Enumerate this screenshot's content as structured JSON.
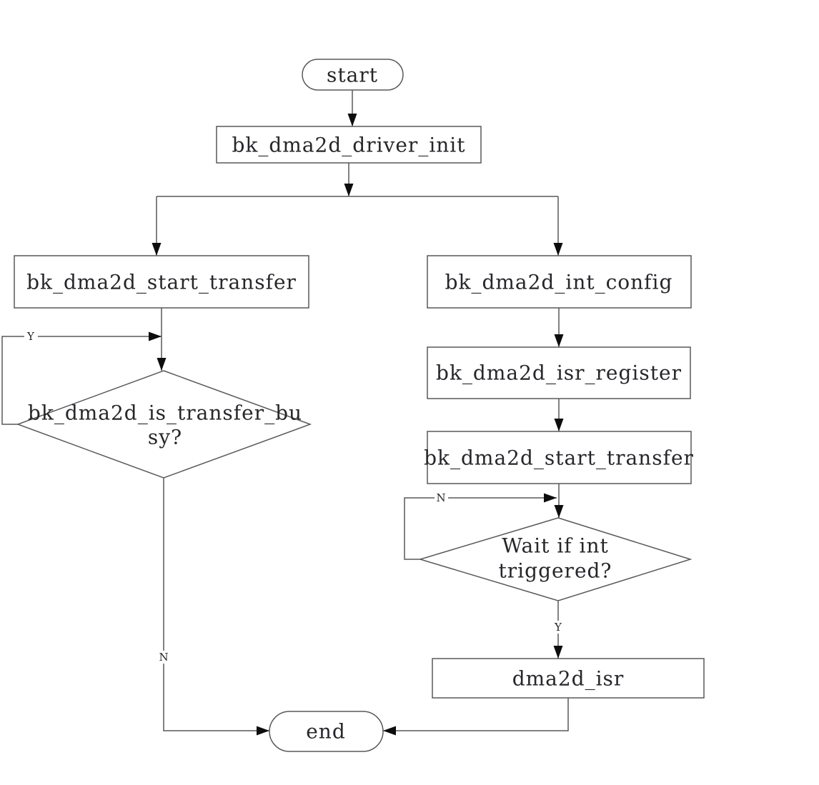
{
  "diagram": {
    "background": "#ffffff",
    "colors": {
      "line": "#595959",
      "text": "#26262b",
      "arrow": "#0d0d0d",
      "node_fill": "#ffffff",
      "label_bg": "#ffffff"
    },
    "nodes": {
      "start": {
        "type": "terminator",
        "label": "start"
      },
      "driver_init": {
        "type": "process",
        "label": "bk_dma2d_driver_init"
      },
      "start_transfer_left": {
        "type": "process",
        "label": "bk_dma2d_start_transfer"
      },
      "is_transfer_busy": {
        "type": "decision",
        "label_line1": "bk_dma2d_is_transfer_bu",
        "label_line2": "sy?"
      },
      "int_config": {
        "type": "process",
        "label": "bk_dma2d_int_config"
      },
      "isr_register": {
        "type": "process",
        "label": "bk_dma2d_isr_register"
      },
      "start_transfer_right": {
        "type": "process",
        "label": "bk_dma2d_start_transfer"
      },
      "wait_int_triggered": {
        "type": "decision",
        "label_line1": "Wait if int",
        "label_line2": "triggered?"
      },
      "dma2d_isr": {
        "type": "process",
        "label": "dma2d_isr"
      },
      "end": {
        "type": "terminator",
        "label": "end"
      }
    },
    "edge_labels": {
      "busy_yes": "Y",
      "busy_no": "N",
      "wait_no": "N",
      "wait_yes": "Y"
    }
  }
}
